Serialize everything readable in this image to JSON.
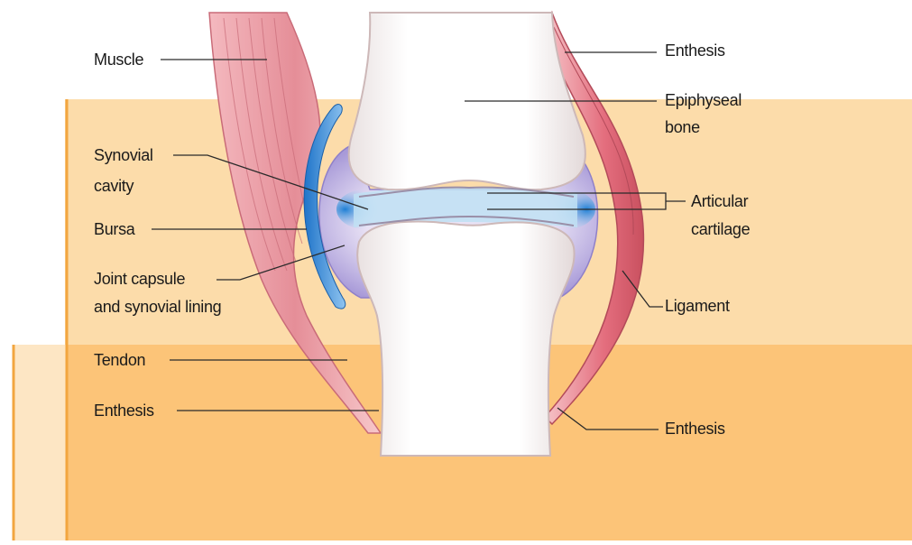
{
  "labels": {
    "muscle": "Muscle",
    "enthesis_top": "Enthesis",
    "epiphyseal_line1": "Epiphyseal",
    "epiphyseal_line2": "bone",
    "synovial_line1": "Synovial",
    "synovial_line2": "cavity",
    "articular_line1": "Articular",
    "articular_line2": "cartilage",
    "bursa": "Bursa",
    "capsule_line1": "Joint capsule",
    "capsule_line2": "and synovial lining",
    "ligament": "Ligament",
    "tendon": "Tendon",
    "enthesis_left": "Enthesis",
    "enthesis_right": "Enthesis"
  },
  "colors": {
    "background_light": "#fcdcaa",
    "background_dark": "#fcc478",
    "accent_line": "#f2a640",
    "bone": "#fdfaf8",
    "bone_outline": "#cdb8b8",
    "muscle": "#e58e98",
    "ligament": "#e46e7e",
    "capsule": "#b8aee0",
    "bursa": "#3b8ed8",
    "cartilage": "#a9d8f2"
  }
}
